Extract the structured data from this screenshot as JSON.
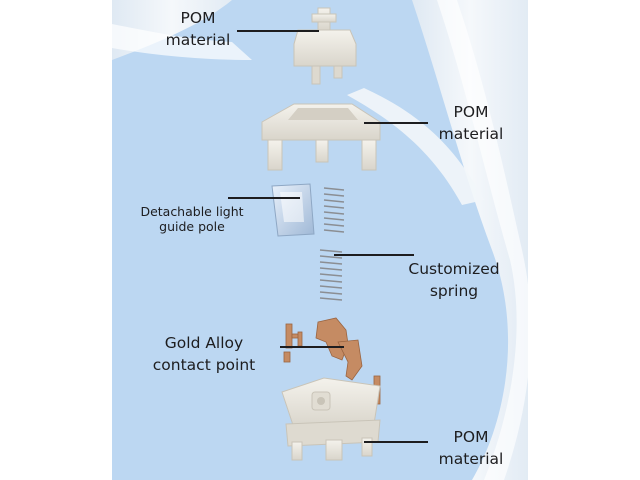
{
  "colors": {
    "background": "#bcd7f2",
    "cloth": "#eef3f8",
    "pom_white": "#ece9e1",
    "copper": "#c58b63",
    "leader_line": "#1d1d1f"
  },
  "labels": {
    "stem": {
      "line1": "POM",
      "line2": "material"
    },
    "top_housing": {
      "line1": "POM",
      "line2": "material"
    },
    "light_guide": {
      "line1": "Detachable light",
      "line2": "guide pole"
    },
    "spring": {
      "line1": "Customized",
      "line2": "spring"
    },
    "contact": {
      "line1": "Gold Alloy",
      "line2": "contact point"
    },
    "bottom_housing": {
      "line1": "POM",
      "line2": "material"
    }
  }
}
